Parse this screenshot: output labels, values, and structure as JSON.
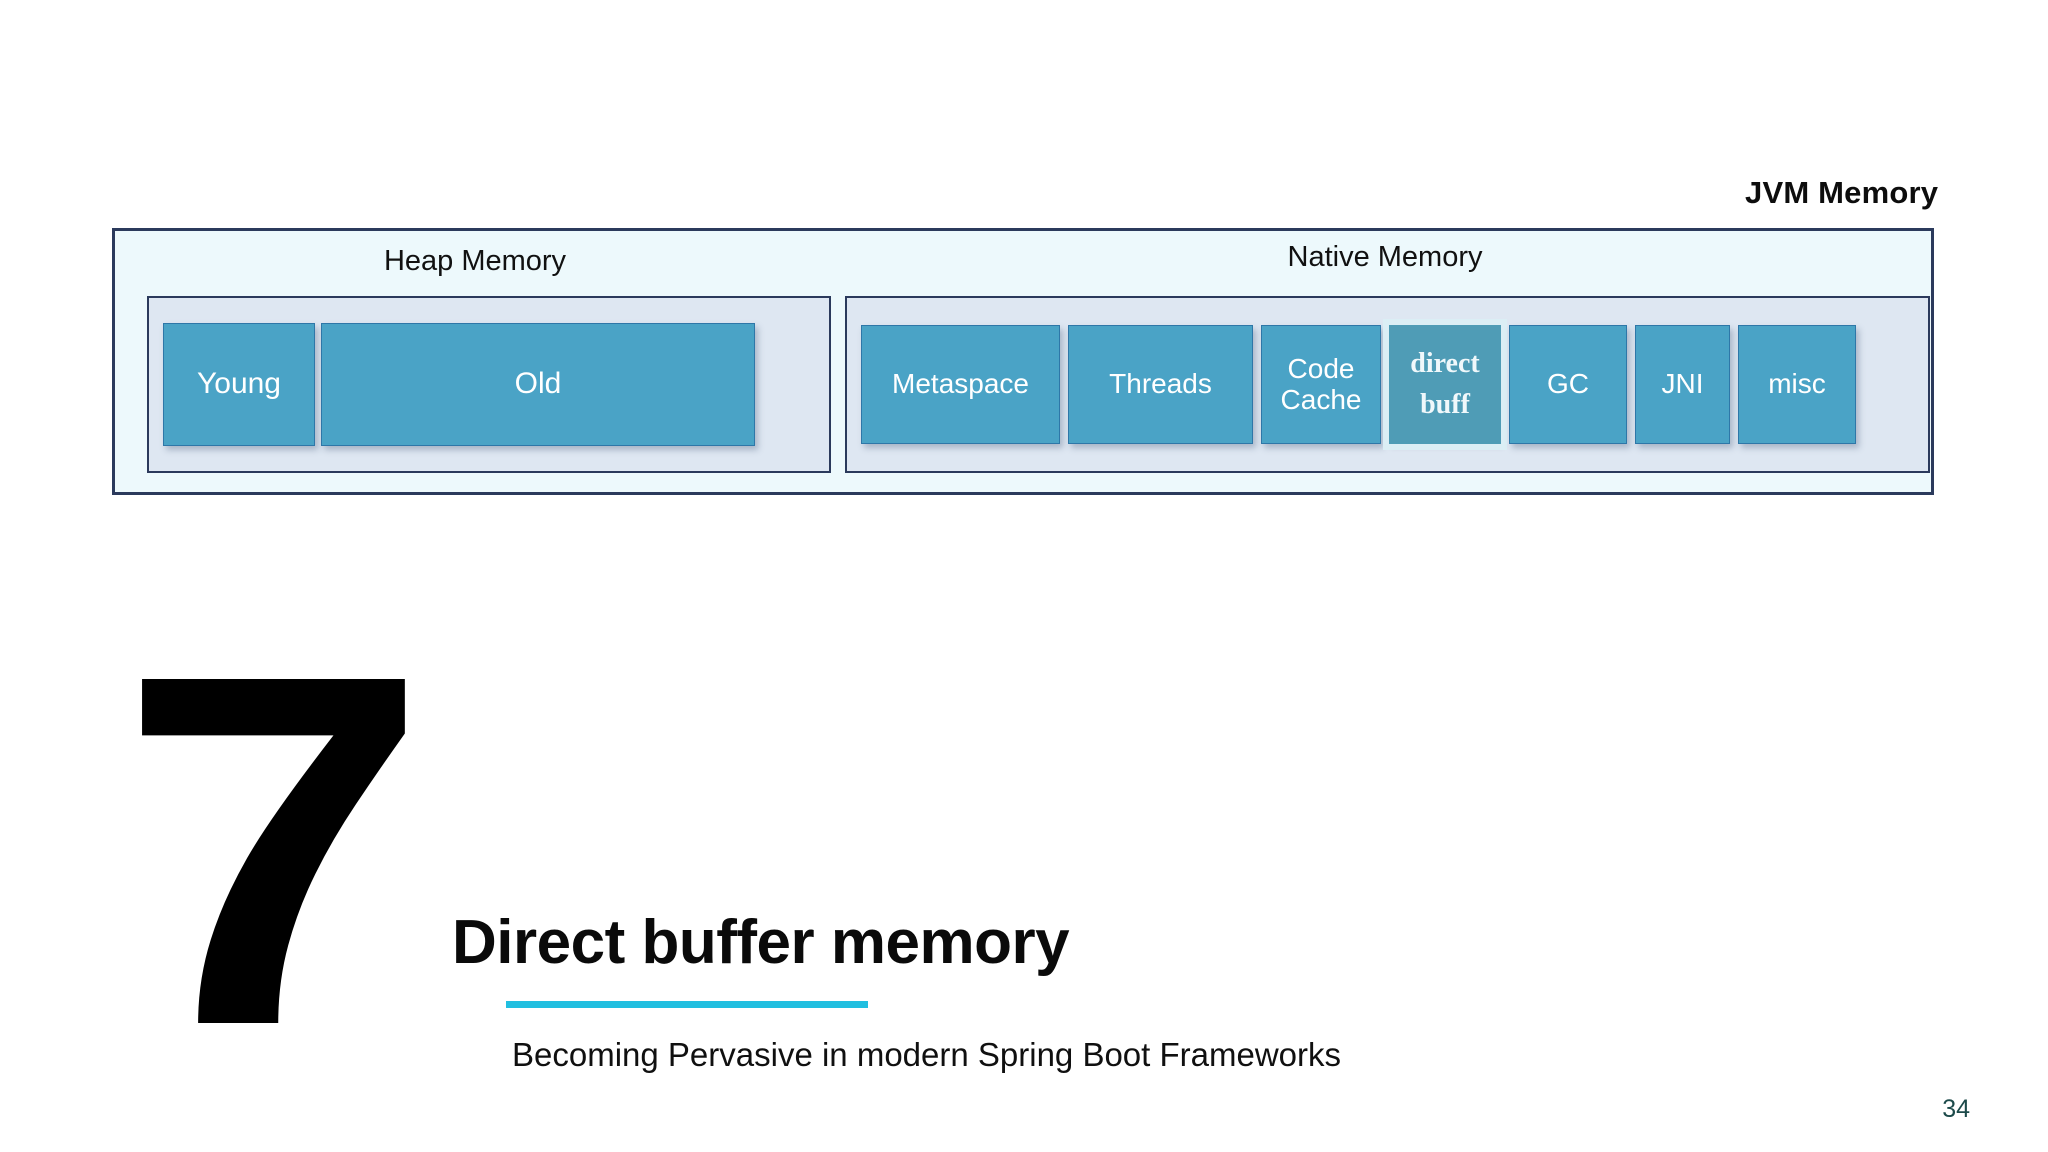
{
  "slide": {
    "page_number": "34",
    "diagram_title": "JVM Memory",
    "headings": {
      "heap": "Heap Memory",
      "native": "Native Memory"
    },
    "heap_regions": [
      {
        "label": "Young"
      },
      {
        "label": "Old"
      }
    ],
    "native_regions": [
      {
        "label": "Metaspace"
      },
      {
        "label": "Threads"
      },
      {
        "label": "Code Cache"
      },
      {
        "label": "direct buff",
        "highlighted": true
      },
      {
        "label": "GC"
      },
      {
        "label": "JNI"
      },
      {
        "label": "misc"
      }
    ],
    "numeral": "7",
    "title": "Direct buffer memory",
    "subtitle": "Becoming Pervasive in modern Spring Boot Frameworks"
  },
  "colors": {
    "box_fill": "#4aa3c6",
    "box_border": "#2e77a8",
    "highlight_fill": "#4f9cb6",
    "outer_fill": "#edf9fc",
    "panel_fill": "#dee7f2",
    "container_border": "#2b3a5c",
    "accent": "#21bfe0",
    "page_number": "#1c4a4a"
  }
}
